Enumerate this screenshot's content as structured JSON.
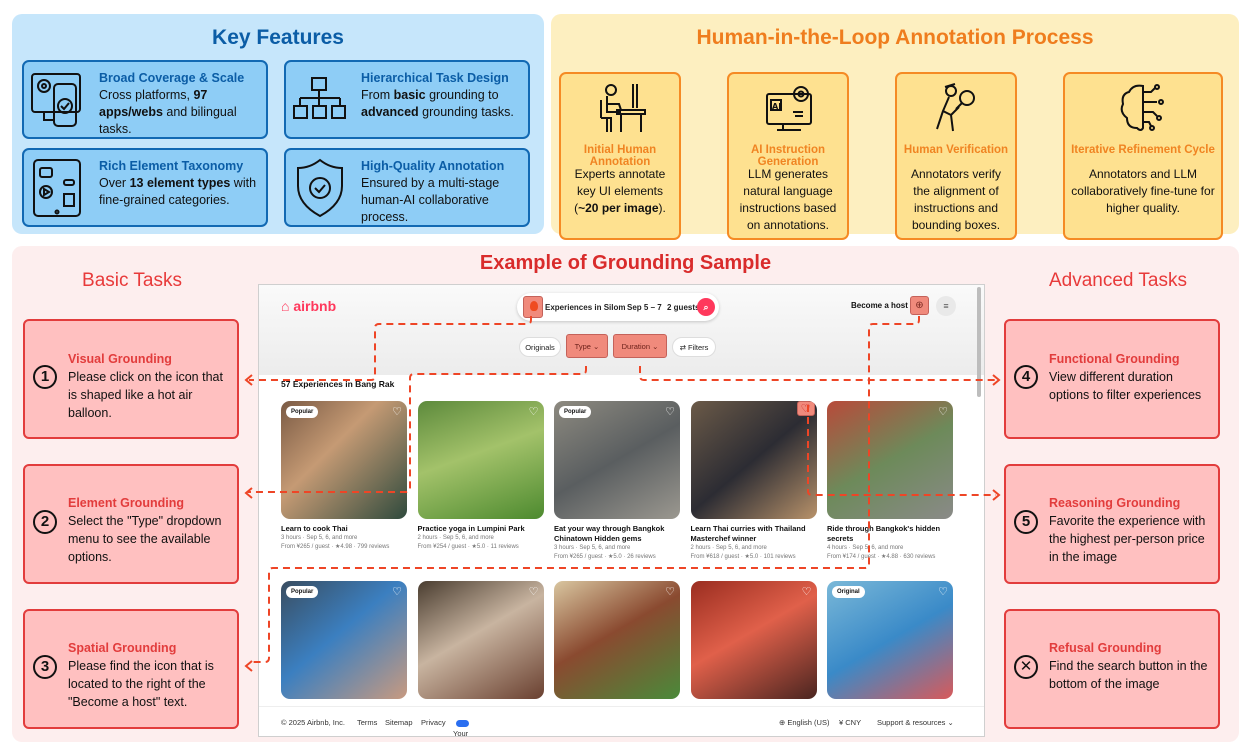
{
  "key_features": {
    "title": "Key Features",
    "cards": [
      {
        "icon": "devices-gear-icon",
        "title": "Broad Coverage & Scale",
        "pre": "Cross platforms, ",
        "bold": "97 apps/webs",
        "post": " and bilingual tasks."
      },
      {
        "icon": "hierarchy-icon",
        "title": "Hierarchical Task Design",
        "pre": "From ",
        "bold": "basic",
        "mid": " grounding to ",
        "bold2": "advanced",
        "post": " grounding tasks."
      },
      {
        "icon": "tablet-elements-icon",
        "title": "Rich Element Taxonomy",
        "pre": "Over ",
        "bold": "13 element types",
        "post": " with fine-grained categories."
      },
      {
        "icon": "shield-check-icon",
        "title": "High-Quality Annotation",
        "pre": "Ensured by a multi-stage human-AI collaborative process.",
        "bold": "",
        "post": ""
      }
    ]
  },
  "hitl": {
    "title": "Human-in-the-Loop Annotation Process",
    "steps": [
      {
        "icon": "person-desk-icon",
        "title": "Initial Human Annotation",
        "pre": "Experts annotate key UI elements (",
        "bold": "~20 per image",
        "post": ")."
      },
      {
        "icon": "ai-monitor-gear-icon",
        "title": "AI Instruction Generation",
        "pre": "LLM generates natural language instructions based on annotations.",
        "bold": "",
        "post": ""
      },
      {
        "icon": "inspector-magnifier-icon",
        "title": "Human Verification",
        "pre": "Annotators verify the alignment of instructions and bounding boxes.",
        "bold": "",
        "post": ""
      },
      {
        "icon": "brain-circuit-icon",
        "title": "Iterative Refinement Cycle",
        "pre": "Annotators and LLM collaboratively fine-tune for higher quality.",
        "bold": "",
        "post": ""
      }
    ]
  },
  "example": {
    "title": "Example of Grounding Sample",
    "basic_label": "Basic Tasks",
    "advanced_label": "Advanced Tasks",
    "tasks": [
      {
        "num": "1",
        "title": "Visual Grounding",
        "text": "Please click on the icon that is shaped like a hot air balloon."
      },
      {
        "num": "2",
        "title": "Element Grounding",
        "text": "Select the \"Type\" dropdown menu to see the available options."
      },
      {
        "num": "3",
        "title": "Spatial Grounding",
        "text": "Please find the icon that is located to the right of the \"Become a host\" text."
      },
      {
        "num": "4",
        "title": "Functional Grounding",
        "text": "View different duration options to filter experiences"
      },
      {
        "num": "5",
        "title": "Reasoning Grounding",
        "text": "Favorite the experience with the highest per-person price in the image"
      },
      {
        "num": "✕",
        "title": "Refusal Grounding",
        "text": "Find the search button in the bottom of the image"
      }
    ],
    "colors": {
      "accent": "#e23c3c",
      "highlight": "#f08a7c",
      "airbnb": "#ff385c"
    }
  },
  "airbnb": {
    "logo": "airbnb",
    "search": {
      "location": "Experiences in Silom",
      "dates": "Sep 5 – 7",
      "guests": "2 guests",
      "search_icon": "⌕"
    },
    "become_host": "Become a host",
    "globe_icon": "⊕",
    "menu_icon": "≡",
    "filters": [
      "Originals",
      "Type ⌄",
      "Duration ⌄",
      "⇄ Filters"
    ],
    "count": "57 Experiences in Bang Rak",
    "listings": [
      {
        "badge": "Popular",
        "title": "Learn to cook Thai",
        "meta1": "3 hours · Sep 5, 6, and more",
        "meta2": "From ¥265 / guest · ★4.98 · 799 reviews"
      },
      {
        "badge": "",
        "title": "Practice yoga in Lumpini Park",
        "meta1": "2 hours · Sep 5, 6, and more",
        "meta2": "From ¥254 / guest · ★5.0 · 11 reviews"
      },
      {
        "badge": "Popular",
        "title": "Eat your way through Bangkok Chinatown Hidden gems",
        "meta1": "3 hours · Sep 5, 6, and more",
        "meta2": "From ¥265 / guest · ★5.0 · 26 reviews"
      },
      {
        "badge": "",
        "title": "Learn Thai curries with Thailand Masterchef winner",
        "meta1": "2 hours · Sep 5, 6, and more",
        "meta2": "From ¥618 / guest · ★5.0 · 101 reviews"
      },
      {
        "badge": "",
        "title": "Ride through Bangkok's hidden secrets",
        "meta1": "4 hours · Sep 5, 6, and more",
        "meta2": "From ¥174 / guest · ★4.88 · 630 reviews"
      },
      {
        "badge": "Popular",
        "title": "",
        "meta1": "",
        "meta2": ""
      },
      {
        "badge": "",
        "title": "",
        "meta1": "",
        "meta2": ""
      },
      {
        "badge": "",
        "title": "",
        "meta1": "",
        "meta2": ""
      },
      {
        "badge": "",
        "title": "",
        "meta1": "",
        "meta2": ""
      },
      {
        "badge": "Original",
        "title": "",
        "meta1": "",
        "meta2": ""
      }
    ],
    "footer": {
      "copyright": "© 2025 Airbnb, Inc.",
      "terms": "Terms",
      "sitemap": "Sitemap",
      "privacy": "Privacy",
      "choices": "Your Privacy Choices",
      "language": "⊕ English (US)",
      "currency": "¥ CNY",
      "support": "Support & resources ⌄"
    }
  }
}
